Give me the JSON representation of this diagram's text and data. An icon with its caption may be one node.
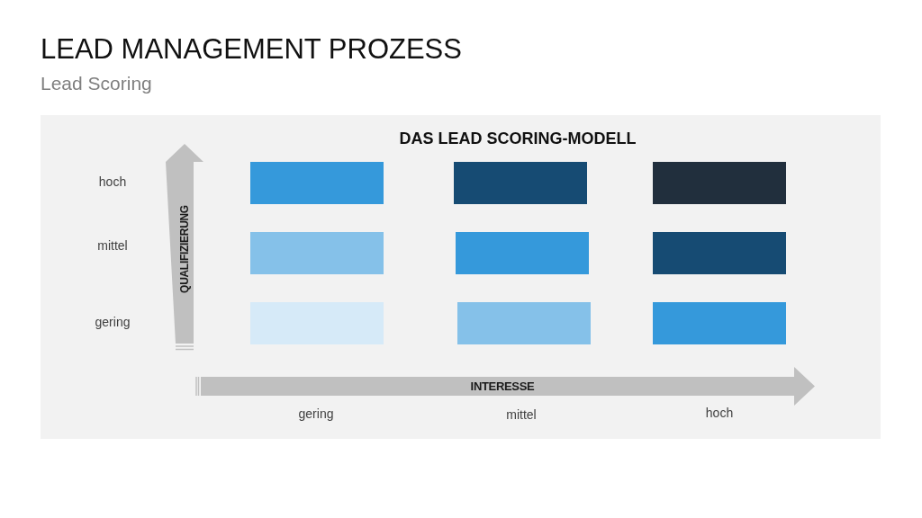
{
  "diagram": {
    "title": "LEAD MANAGEMENT PROZESS",
    "nodes": [
      {
        "text": [
          "DAS LEAD SCORING-MODELL"
        ]
      },
      {
        "text": [
          "QUALIFIZIERUNG"
        ],
        "in": 0
      },
      {
        "text": [
          "INTERESSE"
        ],
        "in": 0
      },
      {
        "text": [],
        "shape": "box",
        "in": 0
      },
      {
        "text": [],
        "shape": "box",
        "in": 0
      },
      {
        "text": [],
        "shape": "box",
        "in": 0
      },
      {
        "text": [],
        "shape": "box",
        "in": 0
      },
      {
        "text": [],
        "shape": "box",
        "in": 0
      },
      {
        "text": [],
        "shape": "box",
        "in": 0
      },
      {
        "text": [],
        "shape": "box",
        "in": 0
      },
      {
        "text": [],
        "shape": "box",
        "in": 0
      },
      {
        "text": [],
        "shape": "box",
        "in": 0
      }
    ],
    "labels": [
      "Lead Scoring",
      "hoch",
      "mittel",
      "gering",
      "gering",
      "mittel",
      "hoch"
    ]
  }
}
